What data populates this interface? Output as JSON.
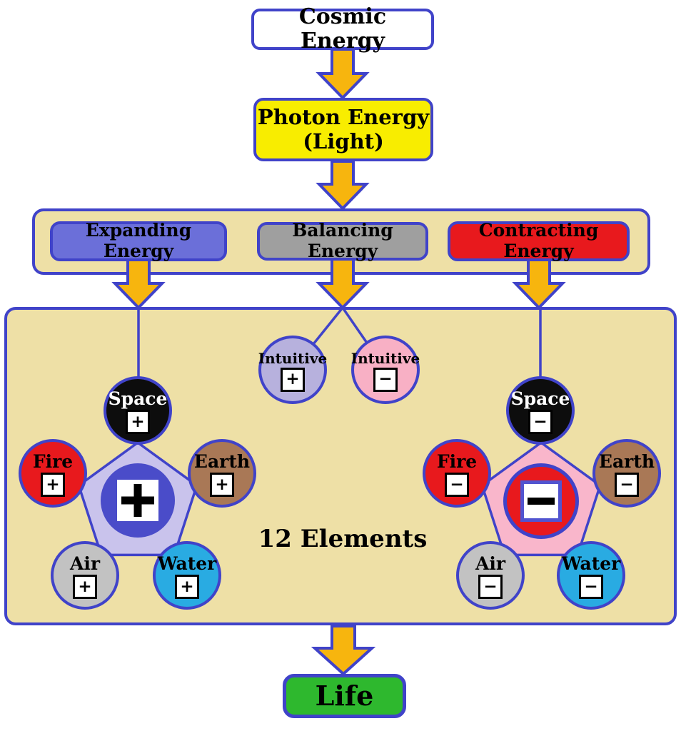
{
  "flow": {
    "cosmic": "Cosmic Energy",
    "photon_line1": "Photon Energy",
    "photon_line2": "(Light)",
    "expanding": "Expanding Energy",
    "balancing": "Balancing Energy",
    "contracting": "Contracting Energy",
    "elements_title": "12 Elements",
    "life": "Life"
  },
  "signs": {
    "plus": "+",
    "minus": "−"
  },
  "intuitive": {
    "positive": {
      "label": "Intuitive",
      "sign": "+"
    },
    "negative": {
      "label": "Intuitive",
      "sign": "−"
    }
  },
  "groups": {
    "positive": {
      "center_sign": "+",
      "elements": [
        {
          "name": "Space",
          "sign": "+"
        },
        {
          "name": "Fire",
          "sign": "+"
        },
        {
          "name": "Earth",
          "sign": "+"
        },
        {
          "name": "Air",
          "sign": "+"
        },
        {
          "name": "Water",
          "sign": "+"
        }
      ]
    },
    "negative": {
      "center_sign": "−",
      "elements": [
        {
          "name": "Space",
          "sign": "−"
        },
        {
          "name": "Fire",
          "sign": "−"
        },
        {
          "name": "Earth",
          "sign": "−"
        },
        {
          "name": "Air",
          "sign": "−"
        },
        {
          "name": "Water",
          "sign": "−"
        }
      ]
    }
  },
  "colors": {
    "border_blue": "#4043c9",
    "arrow_fill": "#f7b50e",
    "tan_panel": "#eee0a6",
    "photon_yellow": "#f8ed00",
    "expanding_fill": "#6b6fd9",
    "balancing_fill": "#9f9f9f",
    "contracting_red": "#e8191d",
    "life_green": "#2eb82e",
    "intuitive_lavender": "#b7b1dd",
    "pentagon_lavender": "#c9c3ec",
    "intuitive_pink": "#f8b0c5",
    "pentagon_pink": "#f9b6cb",
    "center_blue": "#4a4cc9",
    "earth_brown": "#a97856",
    "air_gray": "#c2c2c2",
    "water_blue": "#29abe2",
    "space_black": "#0d0d0d"
  }
}
